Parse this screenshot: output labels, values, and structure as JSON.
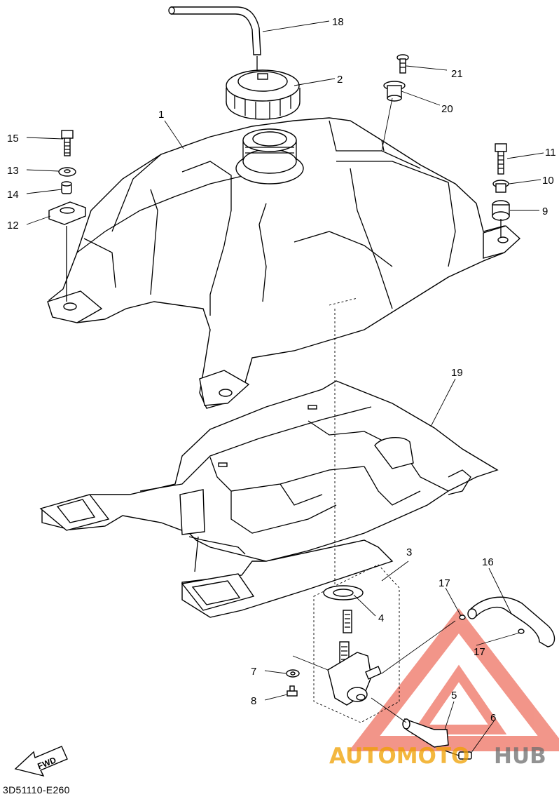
{
  "diagram": {
    "reference_code": "3D51110-E260",
    "direction_label": "FWD",
    "callouts": [
      "1",
      "2",
      "3",
      "4",
      "5",
      "6",
      "7",
      "8",
      "9",
      "10",
      "11",
      "12",
      "13",
      "14",
      "15",
      "16",
      "17",
      "17",
      "18",
      "19",
      "20",
      "21"
    ]
  },
  "watermark": {
    "text_auto": "AUTOMOTO",
    "text_hub": "HUB",
    "color_accent": "#e8402a",
    "color_secondary": "#7a7a7a"
  }
}
